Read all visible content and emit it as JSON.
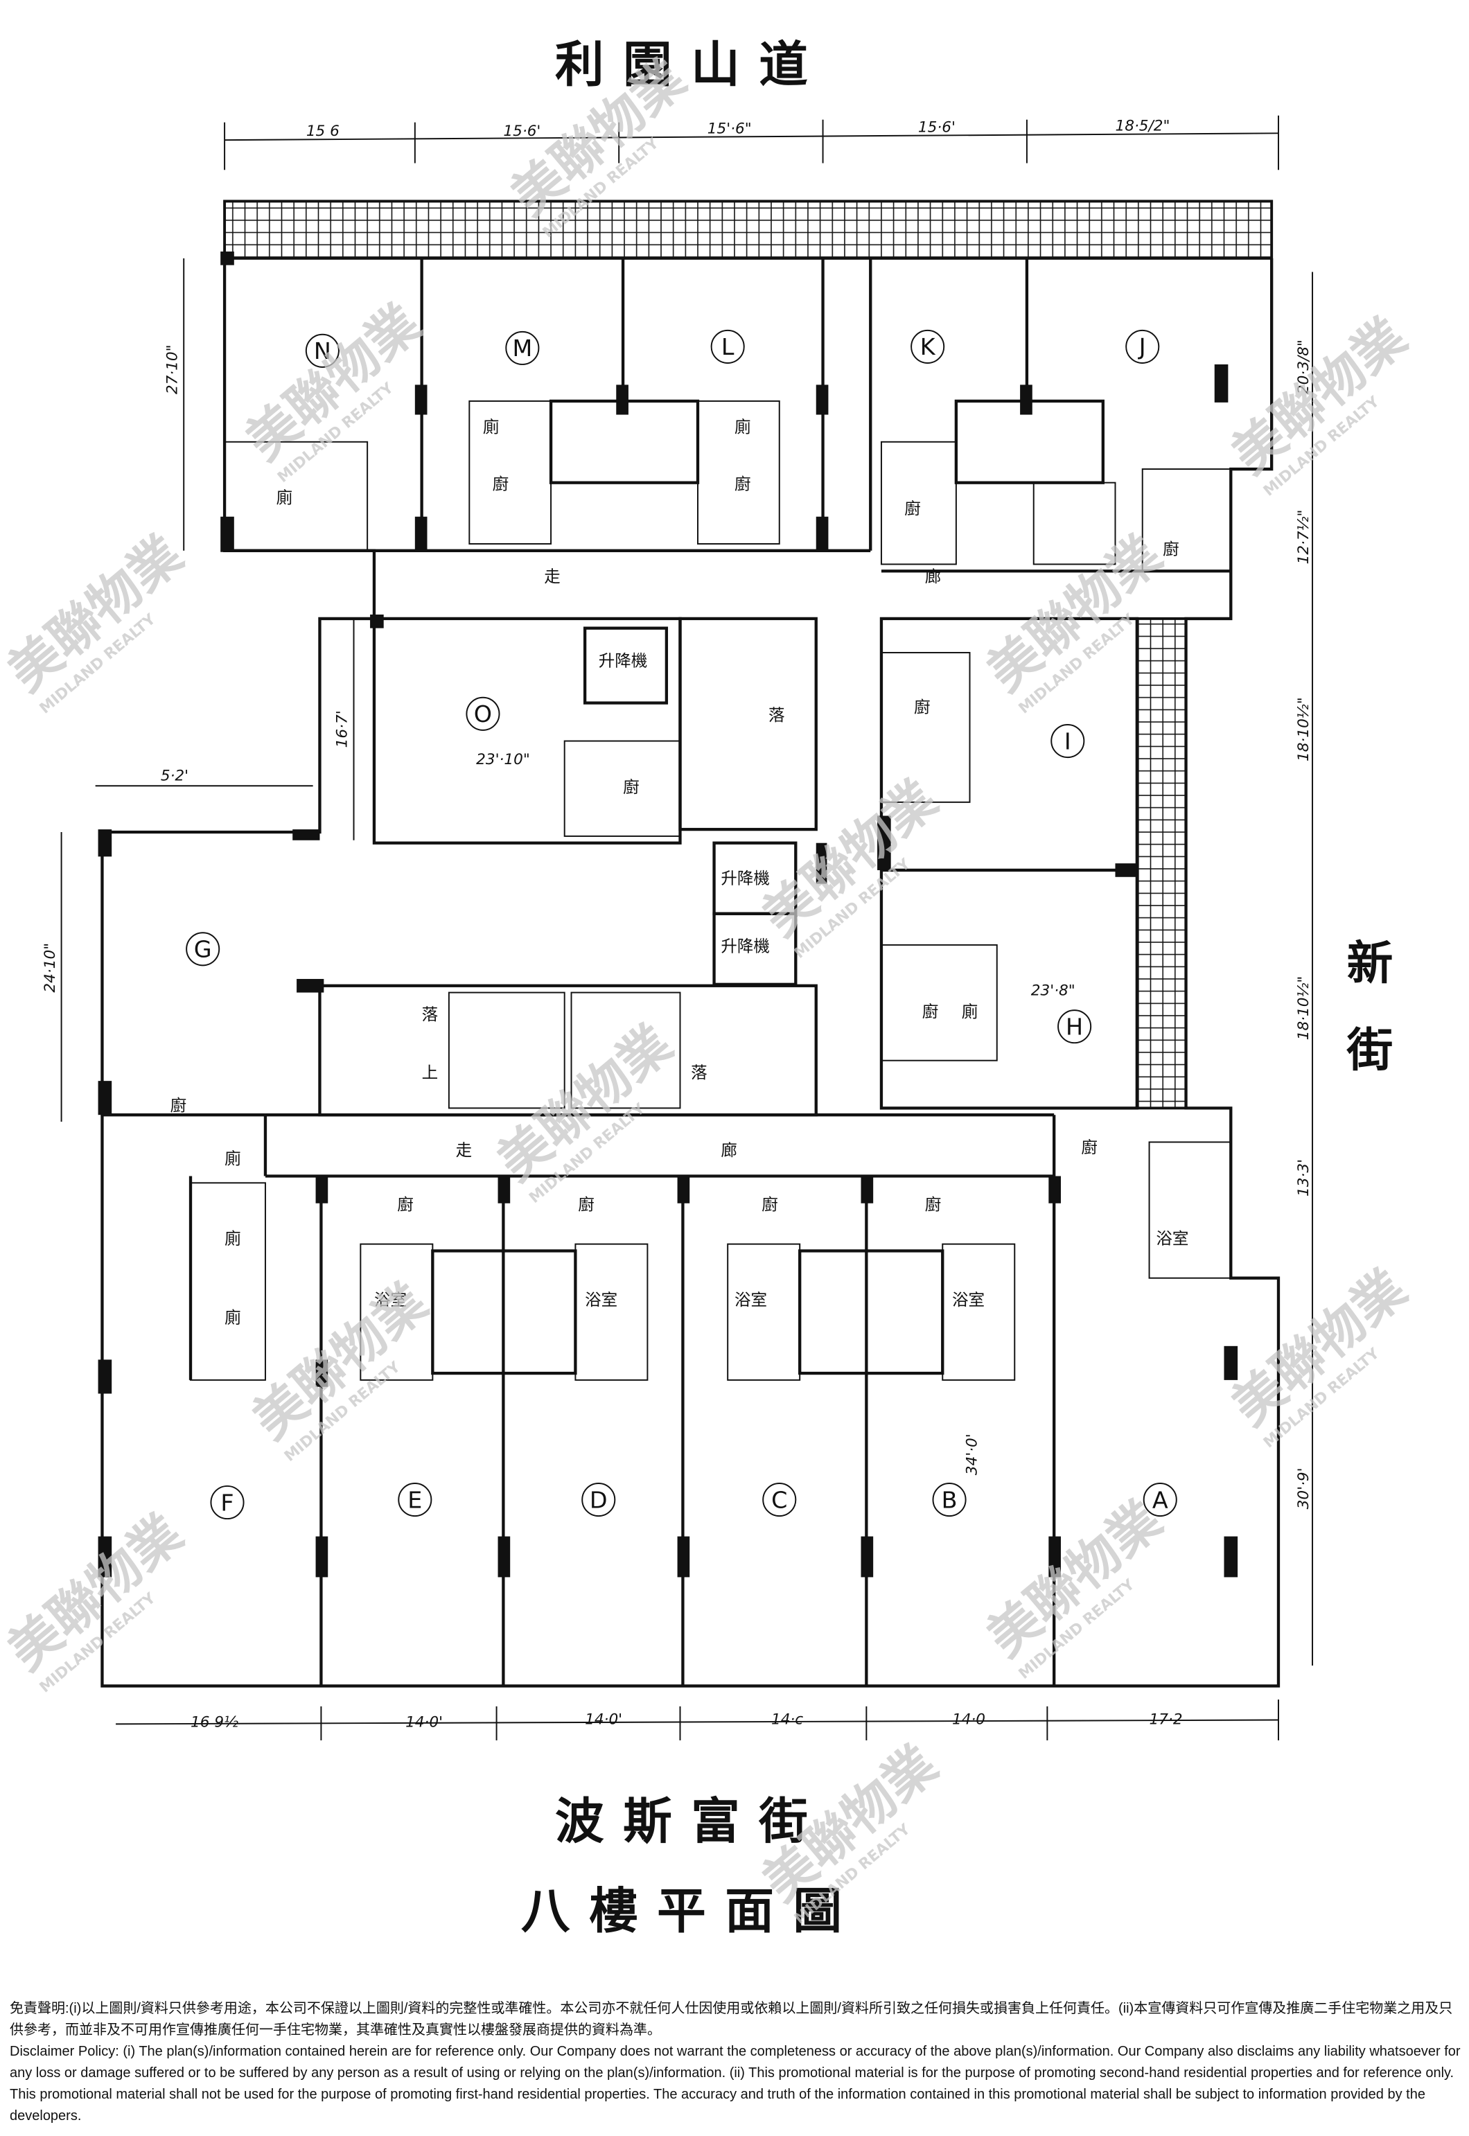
{
  "plan": {
    "title_top_street": "利園山道",
    "title_bottom_street": "波斯富街",
    "title_right_street": "新街",
    "plan_title": "八樓平面圖",
    "dims_top": [
      "15 6",
      "15·6'",
      "15'·6\"",
      "15·6'",
      "18·5/2\""
    ],
    "dims_bottom": [
      "16 9½",
      "14·0'",
      "14·0'",
      "14·c",
      "14·0",
      "17·2"
    ],
    "dims_left": [
      "27·10\"",
      "5·2'",
      "24·10\"",
      "16·7'"
    ],
    "dims_right": [
      "20·3/8\"",
      "12·7½\"",
      "18·10½\"",
      "18·10½\"",
      "13·3'",
      "30'·9'"
    ],
    "dims_inner": [
      "23'·10\"",
      "23'·8\"",
      "34'·0'"
    ],
    "units": [
      "N",
      "M",
      "L",
      "K",
      "J",
      "O",
      "I",
      "H",
      "G",
      "F",
      "E",
      "D",
      "C",
      "B",
      "A"
    ],
    "rooms": {
      "corridor": "走廊",
      "corridor_a": "走",
      "corridor_b": "廊",
      "kitchen": "廚",
      "toilet": "廁",
      "bathroom": "浴室",
      "lift": "升降機",
      "down": "落",
      "up": "上"
    }
  },
  "watermark": {
    "brand_cn": "美聯物業",
    "brand_en": "MIDLAND REALTY"
  },
  "disclaimer": {
    "zh": "免責聲明:(i)以上圖則/資料只供參考用途，本公司不保證以上圖則/資料的完整性或準確性。本公司亦不就任何人仕因使用或依賴以上圖則/資料所引致之任何損失或損害負上任何責任。(ii)本宣傳資料只可作宣傳及推廣二手住宅物業之用及只供參考，而並非及不可用作宣傳推廣任何一手住宅物業，其準確性及真實性以樓盤發展商提供的資料為準。",
    "en": "Disclaimer Policy: (i) The plan(s)/information contained herein are for reference only. Our Company does not warrant the completeness or accuracy of the above plan(s)/information. Our Company also disclaims any liability whatsoever for any loss or damage suffered or to be suffered by any person as a result of using or relying on the plan(s)/information. (ii) This promotional material is for the purpose of promoting second-hand residential properties and for reference only. This promotional material shall not be used for the purpose of promoting first-hand residential properties. The accuracy and truth of the information contained in this promotional material shall be subject to information provided by the developers."
  }
}
